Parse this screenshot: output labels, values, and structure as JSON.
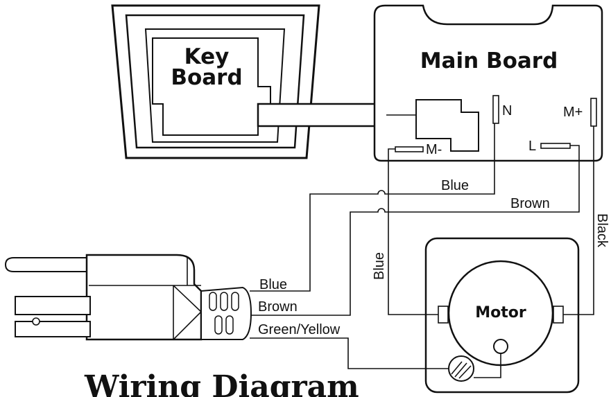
{
  "keyboard": {
    "title_line1": "Key",
    "title_line2": "Board"
  },
  "main_board": {
    "title": "Main Board",
    "terminal_n": "N",
    "terminal_m_plus": "M+",
    "terminal_m_minus": "M-",
    "terminal_l": "L"
  },
  "wires": {
    "blue_top": "Blue",
    "brown_top": "Brown",
    "black_right": "Black",
    "blue_vertical": "Blue",
    "plug_blue": "Blue",
    "plug_brown": "Brown",
    "plug_green_yellow": "Green/Yellow"
  },
  "motor": {
    "label": "Motor"
  },
  "caption": "Wiring Diagram"
}
